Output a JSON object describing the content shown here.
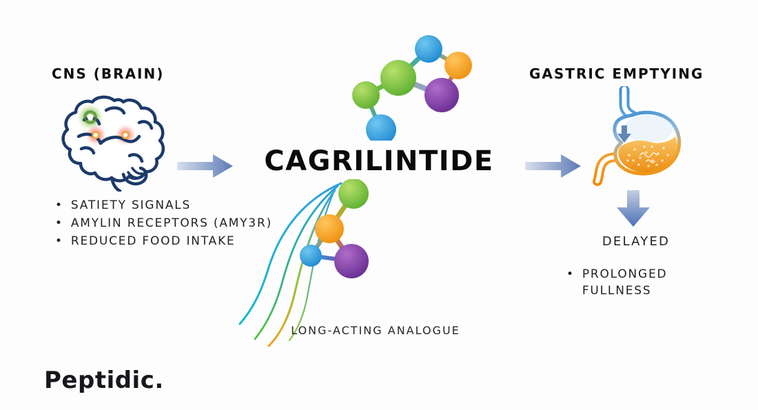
{
  "cns": {
    "heading": "CNS (BRAIN)",
    "bullets": [
      "SATIETY SIGNALS",
      "AMYLIN RECEPTORS (AMY3R)",
      "REDUCED FOOD INTAKE"
    ]
  },
  "center": {
    "title": "CAGRILINTIDE",
    "caption": "LONG-ACTING ANALOGUE"
  },
  "gastric": {
    "heading": "GASTRIC EMPTYING",
    "result": "DELAYED",
    "bullets": [
      "PROLONGED FULLNESS"
    ]
  },
  "brand": "Peptidic.",
  "icons": [
    "brain-icon",
    "molecule-icon",
    "molecule-tails-icon",
    "stomach-icon",
    "arrow-right-icon",
    "arrow-down-icon",
    "gastric-inflow-arrow-icon"
  ],
  "palette": {
    "background": "#fdfdfd",
    "text": "#1c1c1c",
    "arrow_light": "#d8dfee",
    "arrow_dark": "#5d7bb4",
    "molecule_green": "#6cb93f",
    "molecule_blue": "#2d9fe0",
    "molecule_orange": "#f5a01c",
    "molecule_purple": "#7b3fa4",
    "brain_outline": "#1c3a6a",
    "stomach_blue": "#3f90d6",
    "stomach_orange": "#ef971c"
  }
}
